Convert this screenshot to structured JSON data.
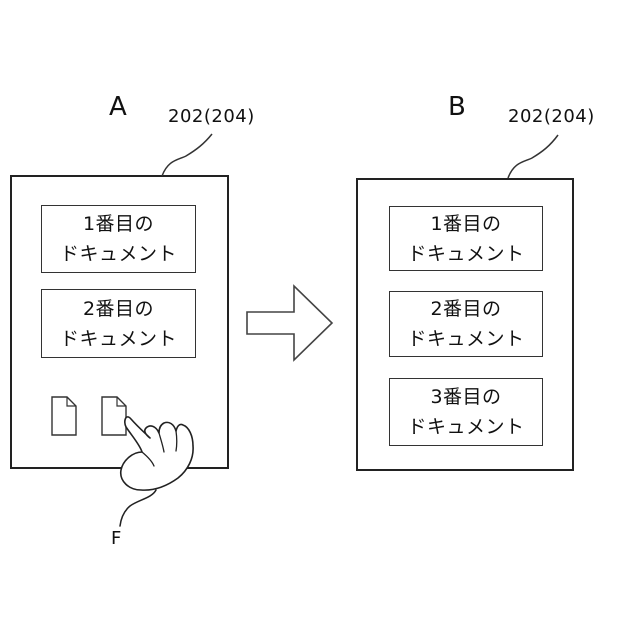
{
  "panels": [
    {
      "letter": "A",
      "ref_label": "202(204)",
      "documents": [
        {
          "line1": "1番目の",
          "line2": "ドキュメント"
        },
        {
          "line1": "2番目の",
          "line2": "ドキュメント"
        }
      ],
      "finger_label": "F",
      "file_icons": [
        "file-icon",
        "file-icon"
      ],
      "hand_icon": "pointing-hand-icon"
    },
    {
      "letter": "B",
      "ref_label": "202(204)",
      "documents": [
        {
          "line1": "1番目の",
          "line2": "ドキュメント"
        },
        {
          "line1": "2番目の",
          "line2": "ドキュメント"
        },
        {
          "line1": "3番目の",
          "line2": "ドキュメント"
        }
      ]
    }
  ],
  "transition_arrow_icon": "right-arrow-icon"
}
